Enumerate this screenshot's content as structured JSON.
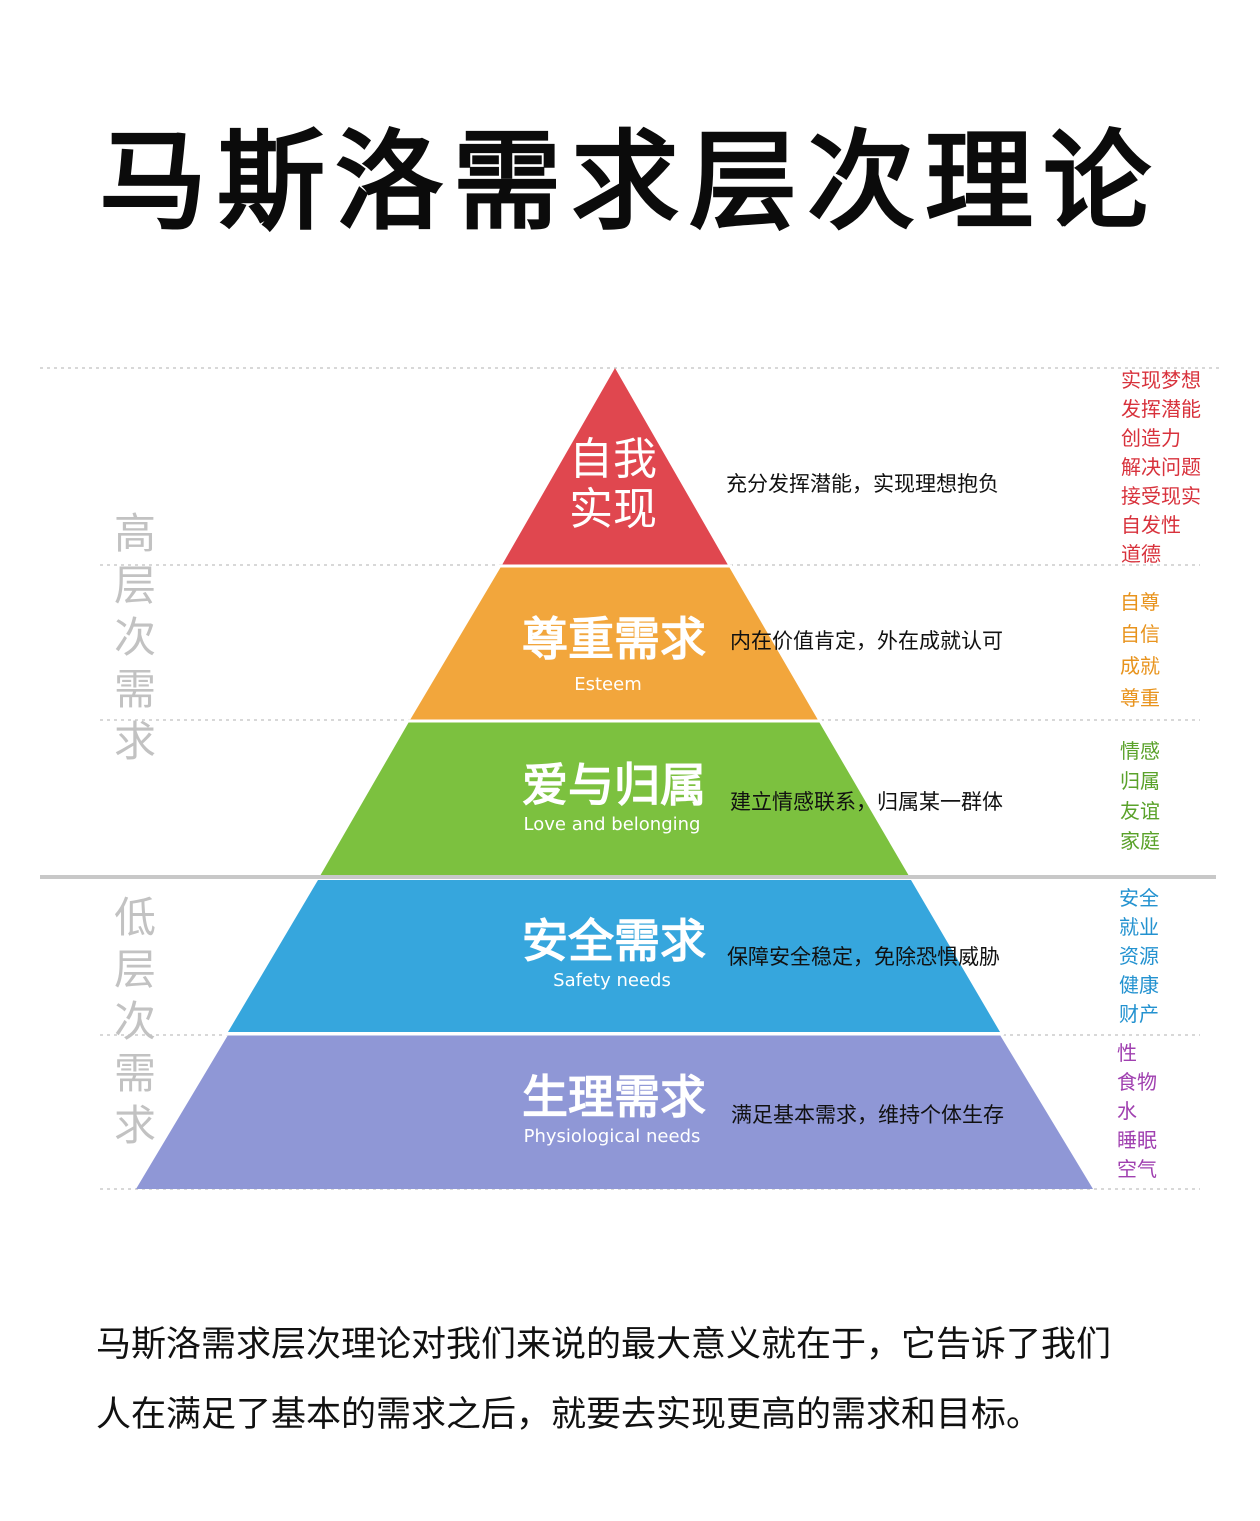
{
  "title": "马斯洛需求层次理论",
  "side_labels": {
    "high": [
      "高",
      "层",
      "次",
      "需",
      "求"
    ],
    "low": [
      "低",
      "层",
      "次",
      "需",
      "求"
    ]
  },
  "layers": [
    {
      "name_lines": [
        "自我",
        "实现"
      ],
      "english": "",
      "description": "充分发挥潜能，实现理想抱负",
      "keywords": [
        "实现梦想",
        "发挥潜能",
        "创造力",
        "解决问题",
        "接受现实",
        "自发性",
        "道德"
      ],
      "fill_color": "#e0474f",
      "keyword_color": "#d8323c"
    },
    {
      "name": "尊重需求",
      "english": "Esteem",
      "description": "内在价值肯定，外在成就认可",
      "keywords": [
        "自尊",
        "自信",
        "成就",
        "尊重"
      ],
      "fill_color": "#f2a63c",
      "keyword_color": "#e8931c"
    },
    {
      "name": "爱与归属",
      "english": "Love and belonging",
      "description": "建立情感联系，归属某一群体",
      "keywords": [
        "情感",
        "归属",
        "友谊",
        "家庭"
      ],
      "fill_color": "#7cc13f",
      "keyword_color": "#5aa22a"
    },
    {
      "name": "安全需求",
      "english": "Safety needs",
      "description": "保障安全稳定，免除恐惧威胁",
      "keywords": [
        "安全",
        "就业",
        "资源",
        "健康",
        "财产"
      ],
      "fill_color": "#36a6dd",
      "keyword_color": "#2392d0"
    },
    {
      "name": "生理需求",
      "english": "Physiological needs",
      "description": "满足基本需求，维持个体生存",
      "keywords": [
        "性",
        "食物",
        "水",
        "睡眠",
        "空气"
      ],
      "fill_color": "#8f97d6",
      "keyword_color": "#a040b0"
    }
  ],
  "footer": {
    "line1": "马斯洛需求层次理论对我们来说的最大意义就在于，它告诉了我们",
    "line2": "人在满足了基本的需求之后，就要去实现更高的需求和目标。"
  },
  "colors": {
    "title": "#0b0b0b",
    "side_label": "#c2c2c2",
    "divider": "#c8c8c8",
    "dotted_guide": "#cccccc"
  }
}
